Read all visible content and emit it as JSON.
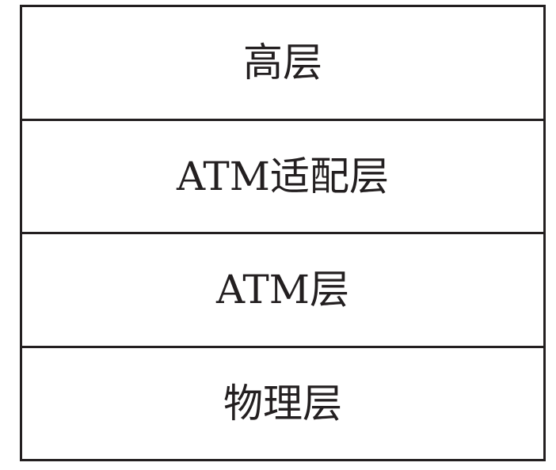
{
  "diagram": {
    "layers": [
      {
        "label": "高层"
      },
      {
        "label": "ATM适配层"
      },
      {
        "label": "ATM层"
      },
      {
        "label": "物理层"
      }
    ]
  },
  "colors": {
    "line": "#231f20",
    "text": "#231f20",
    "background": "#ffffff"
  }
}
